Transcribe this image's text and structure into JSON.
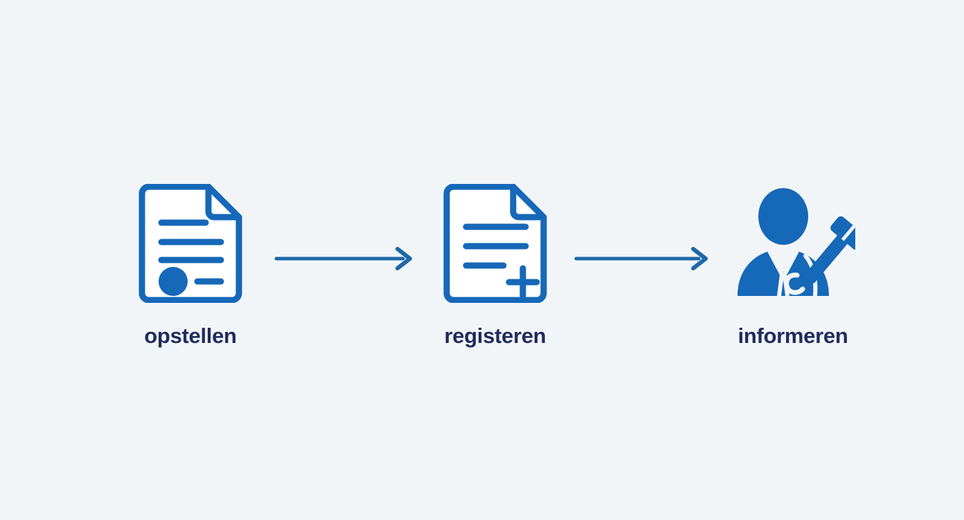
{
  "diagram": {
    "type": "process-flow",
    "orientation": "horizontal",
    "background_color": "#f2f5f8",
    "accent_color": "#1668b8",
    "label_color": "#212b5c",
    "steps": [
      {
        "id": "step-1",
        "label": "opstellen",
        "icon": "document-with-seal-icon",
        "icon_description": "document outline with three text lines, a filled round seal and a short signature line"
      },
      {
        "id": "step-2",
        "label": "registeren",
        "icon": "document-with-plus-icon",
        "icon_description": "document outline with three text lines and a plus sign"
      },
      {
        "id": "step-3",
        "label": "informeren",
        "icon": "person-with-gavel-icon",
        "icon_description": "filled silhouette of a person in a suit holding a gavel"
      }
    ],
    "connectors": [
      {
        "id": "arrow-1",
        "icon": "arrow-right-icon",
        "from": "step-1",
        "to": "step-2"
      },
      {
        "id": "arrow-2",
        "icon": "arrow-right-icon",
        "from": "step-2",
        "to": "step-3"
      }
    ]
  }
}
